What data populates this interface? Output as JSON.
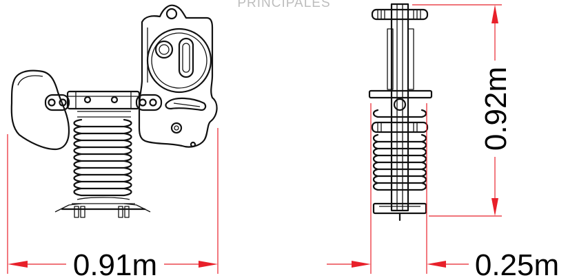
{
  "caption_top": "PRINCIPALES",
  "dimensions": {
    "width_front": "0.91m",
    "width_side": "0.25m",
    "height": "0.92m"
  },
  "colors": {
    "dimension_lines": "#e8202a",
    "drawing_ink": "#111111",
    "caption": "#bdbdbd"
  }
}
